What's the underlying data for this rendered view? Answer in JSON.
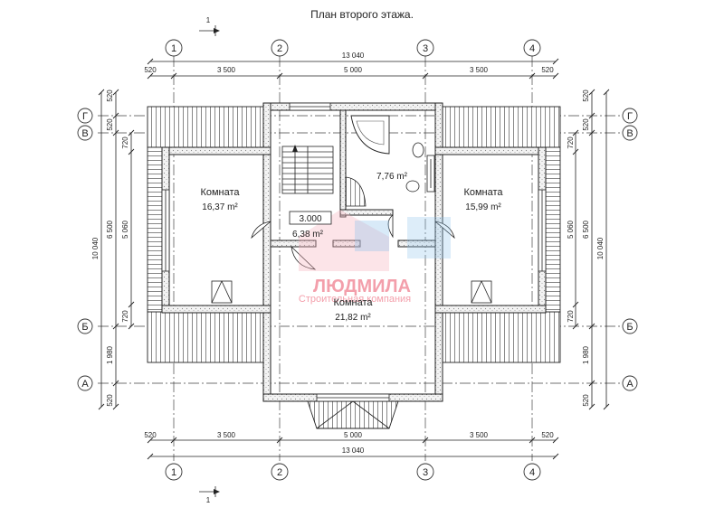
{
  "title": "План второго этажа.",
  "section_marker": "1",
  "axes_horizontal": [
    "1",
    "2",
    "3",
    "4"
  ],
  "axes_vertical": [
    "Г",
    "В",
    "Б",
    "А"
  ],
  "dims_top": {
    "total": "13 040",
    "segments": [
      "520",
      "3 500",
      "5 000",
      "3 500",
      "520"
    ]
  },
  "dims_bottom": {
    "total": "13 040",
    "segments": [
      "520",
      "3 500",
      "5 000",
      "3 500",
      "520"
    ]
  },
  "dims_left": {
    "total": "10 040",
    "outer": [
      "520",
      "520",
      "6 500",
      "1 980",
      "520"
    ],
    "inner": [
      "720",
      "5 060",
      "720"
    ]
  },
  "dims_right": {
    "total": "10 040",
    "outer": [
      "520",
      "520",
      "6 500",
      "1 980",
      "520"
    ],
    "inner": [
      "720",
      "5 060",
      "720"
    ]
  },
  "rooms": {
    "left": {
      "name": "Комната",
      "area": "16,37 m²"
    },
    "right": {
      "name": "Комната",
      "area": "15,99 m²"
    },
    "center": {
      "name": "Комната",
      "area": "21,82 m²"
    },
    "bathroom": {
      "area": "7,76 m²"
    },
    "hall": {
      "area": "6,38 m²",
      "level": "3.000"
    }
  },
  "watermark": {
    "brand": "ЛЮДМИЛА",
    "subtitle": "Строительная компания"
  }
}
